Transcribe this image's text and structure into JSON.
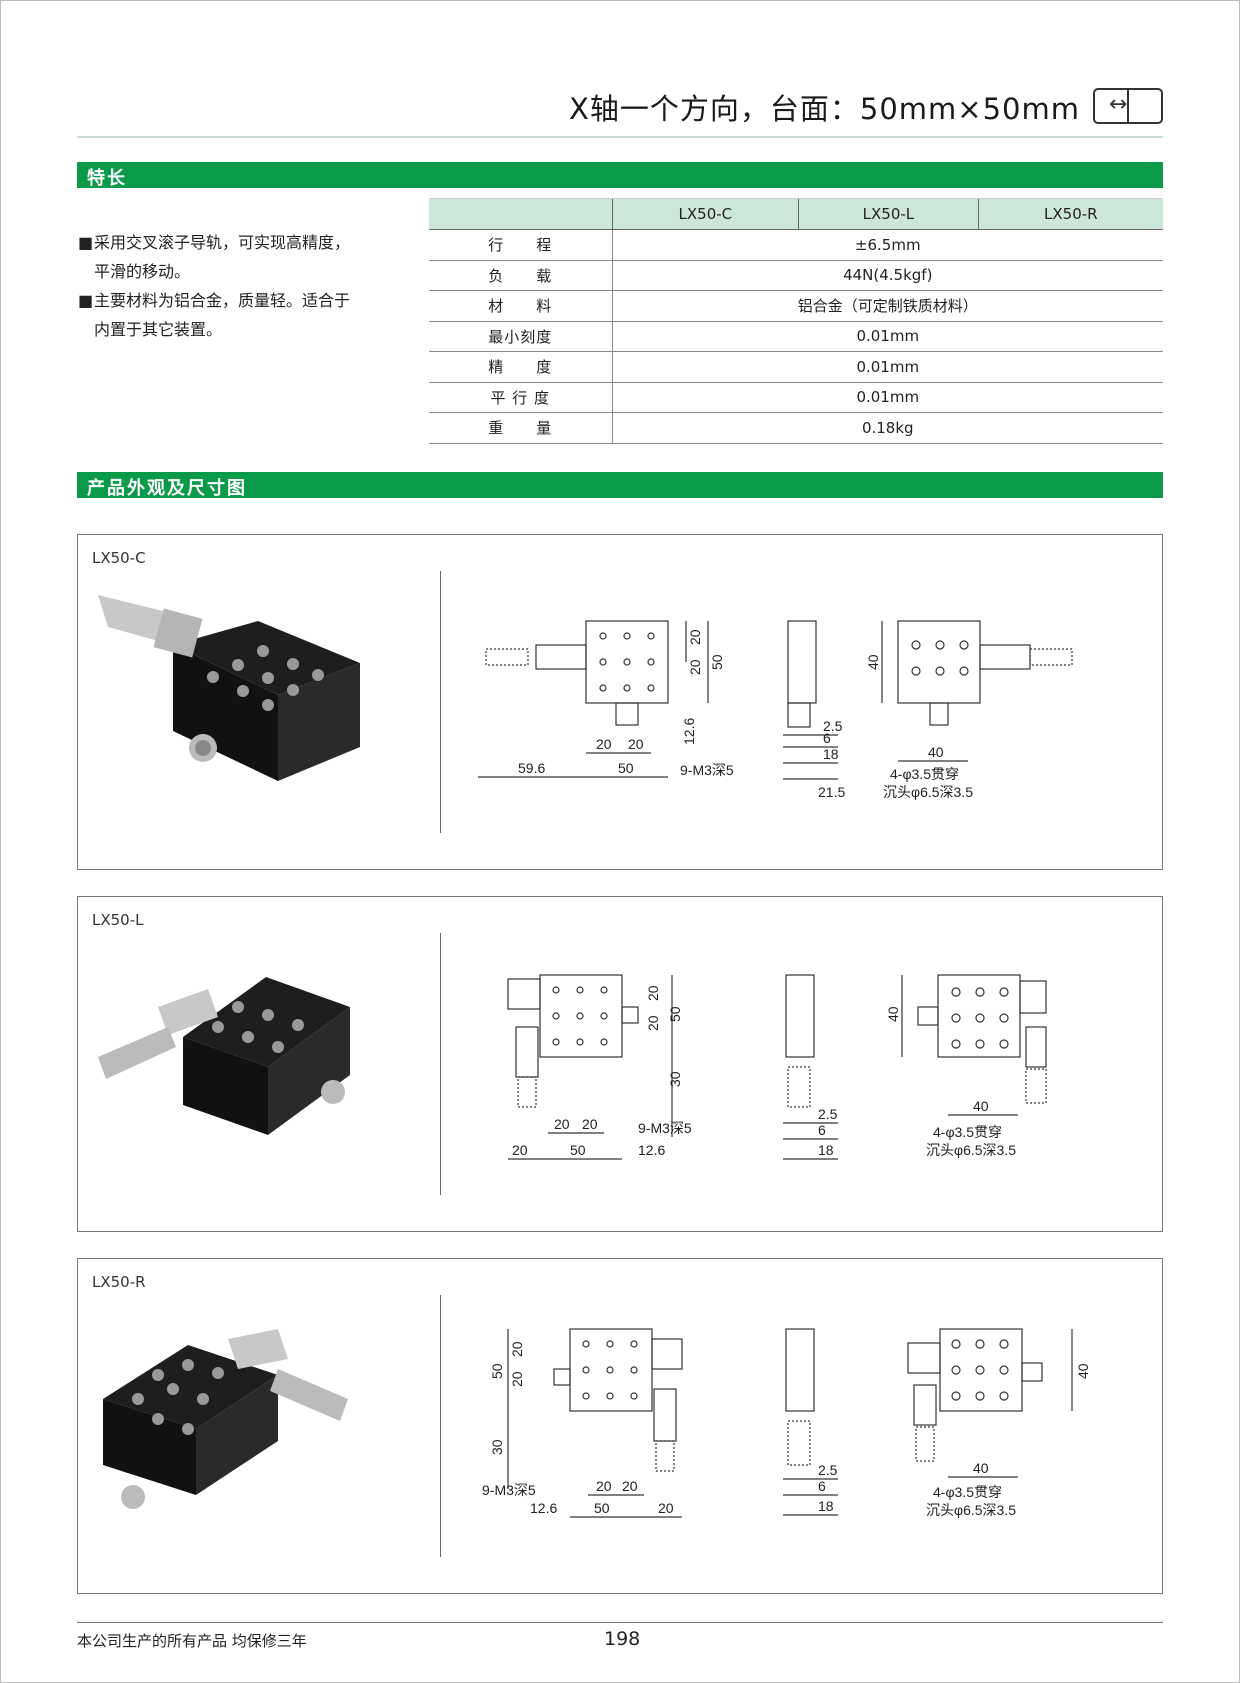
{
  "header": {
    "title": "X轴一个方向，台面：50mm×50mm",
    "icon": "slide-direction-icon"
  },
  "sections": {
    "features_title": "特长",
    "drawings_title": "产品外观及尺寸图"
  },
  "features": [
    {
      "bullet": "■",
      "text": "采用交叉滚子导轨，可实现高精度，平滑的移动。"
    },
    {
      "bullet": "■",
      "text": "主要材料为铝合金，质量轻。适合于内置于其它装置。"
    }
  ],
  "spec_table": {
    "columns": [
      "",
      "LX50-C",
      "LX50-L",
      "LX50-R"
    ],
    "rows": [
      {
        "label": "行　　程",
        "value": "±6.5mm"
      },
      {
        "label": "负　　载",
        "value": "44N(4.5kgf)"
      },
      {
        "label": "材　　料",
        "value": "铝合金（可定制铁质材料）"
      },
      {
        "label": "最小刻度",
        "value": "0.01mm"
      },
      {
        "label": "精　　度",
        "value": "0.01mm"
      },
      {
        "label": "平 行 度",
        "value": "0.01mm"
      },
      {
        "label": "重　　量",
        "value": "0.18kg"
      }
    ]
  },
  "panels": [
    {
      "label": "LX50-C",
      "dims": {
        "a": "59.6",
        "b": "50",
        "c": "20",
        "d": "20",
        "e": "12.6",
        "f": "20",
        "g": "20",
        "h": "50",
        "i": "40",
        "j": "2.5",
        "k": "6",
        "l": "18",
        "m": "21.5",
        "n": "40",
        "thread": "9-M3深5",
        "hole": "4-φ3.5贯穿",
        "counter": "沉头φ6.5深3.5"
      }
    },
    {
      "label": "LX50-L",
      "dims": {
        "a": "20",
        "b": "50",
        "c": "20",
        "d": "20",
        "e": "12.6",
        "f": "20",
        "g": "20",
        "h": "50",
        "i": "30",
        "j": "2.5",
        "k": "6",
        "l": "18",
        "n": "40",
        "m": "40",
        "thread": "9-M3深5",
        "hole": "4-φ3.5贯穿",
        "counter": "沉头φ6.5深3.5"
      }
    },
    {
      "label": "LX50-R",
      "dims": {
        "a": "12.6",
        "b": "50",
        "c": "20",
        "d": "20",
        "e": "20",
        "f": "20",
        "g": "20",
        "h": "50",
        "i": "30",
        "j": "2.5",
        "k": "6",
        "l": "18",
        "n": "40",
        "m": "40",
        "thread": "9-M3深5",
        "hole": "4-φ3.5贯穿",
        "counter": "沉头φ6.5深3.5"
      }
    }
  ],
  "footer": {
    "note": "本公司生产的所有产品 均保修三年",
    "page": "198"
  },
  "colors": {
    "accent": "#0a9a4a",
    "table_header": "#cce7da"
  }
}
